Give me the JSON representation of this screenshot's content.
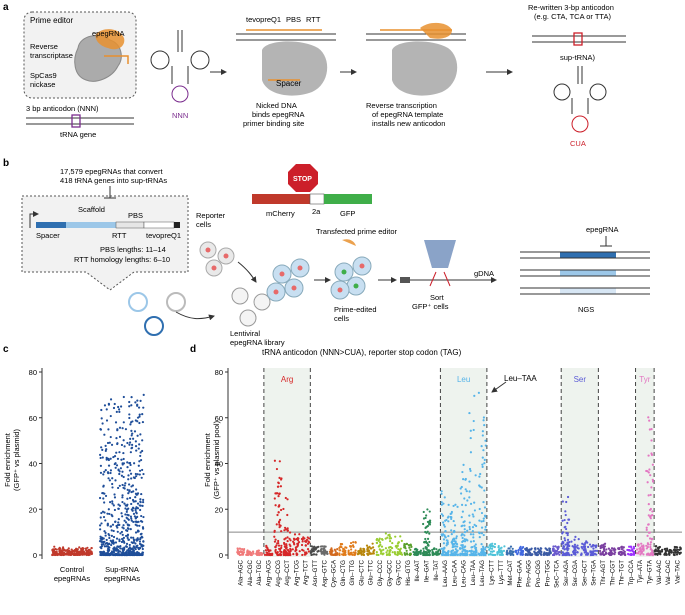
{
  "colors": {
    "orange": "#e8902f",
    "purple": "#7b2d8e",
    "red": "#cc1f2a",
    "green": "#3fae49",
    "mcherry": "#c0392b",
    "blue_dark": "#2f6fb0",
    "blue_light": "#9cc7e8",
    "control_points": "#c0392b",
    "sup_points": "#1f4e99"
  },
  "panel_a": {
    "label": "a",
    "box_title": "Prime editor",
    "epegrna": "epegRNA",
    "reverse_transcriptase": "Reverse\ntranscriptase",
    "spcas9_nickase": "SpCas9\nnickase",
    "anticodon_label": "3 bp anticodon (NNN)",
    "trna_gene": "tRNA gene",
    "nnn": "NNN",
    "tevopreq1": "tevopreQ1",
    "pbs": "PBS",
    "rtt": "RTT",
    "spacer": "Spacer",
    "step1_caption": "Nicked DNA\nbinds epegRNA\nprimer binding site",
    "step2_caption": "Reverse transcription\nof epegRNA template\ninstalls new anticodon",
    "rewritten": "Re-written 3-bp anticodon\n(e.g. CTA, TCA or TTA)",
    "sup_trna": "sup-tRNA)",
    "cua": "CUA"
  },
  "panel_b": {
    "label": "b",
    "header": "17,579 epegRNAs that convert\n418 tRNA genes into sup-tRNAs",
    "scaffold": "Scaffold",
    "pbs": "PBS",
    "spacer": "Spacer",
    "rtt": "RTT",
    "tevopreq1": "tevopreQ1",
    "pbs_lengths": "PBS lengths: 11–14",
    "rtt_lengths": "RTT homology lengths: 6–10",
    "reporter_cells": "Reporter\ncells",
    "stop": "STOP",
    "mcherry": "mCherry",
    "twoa": "2a",
    "gfp": "GFP",
    "transfected": "Transfected prime editor",
    "lentiviral": "Lentiviral\nepegRNA library",
    "prime_edited": "Prime-edited\ncells",
    "sort": "Sort\nGFP⁺ cells",
    "gdna": "gDNA",
    "epegrna": "epegRNA",
    "ngs": "NGS"
  },
  "panel_c": {
    "label": "c",
    "ylabel": "Fold enrichment\n(GFP⁺ vs plasmid)",
    "yticks": [
      "0",
      "20",
      "40",
      "60",
      "80"
    ],
    "categories": [
      "Control\nepegRNAs",
      "Sup-tRNA\nepegRNAs"
    ]
  },
  "panel_d": {
    "label": "d",
    "title": "tRNA anticodon (NNN>CUA), reporter stop codon (TAG)",
    "ylabel": "Fold enrichment\n(GFP⁺ vs plasmid pool)",
    "yticks": [
      "0",
      "20",
      "40",
      "60",
      "80"
    ],
    "groups": [
      "Arg",
      "Leu",
      "Ser",
      "Tyr"
    ],
    "annotation": "Leu–TAA"
  },
  "chart_data": [
    {
      "type": "scatter",
      "categories": [
        "Control\nepegRNAs",
        "Sup-tRNA\nepegRNAs"
      ],
      "ylabel": "Fold enrichment\n(GFP⁺ vs plasmid)",
      "ylim": [
        0,
        80
      ],
      "series": [
        {
          "name": "Control epegRNAs",
          "summary": {
            "typical_max": 4,
            "n_shown": "many"
          }
        },
        {
          "name": "Sup-tRNA epegRNAs",
          "summary": {
            "max": 70,
            "dense_below": 35
          }
        }
      ]
    },
    {
      "type": "scatter",
      "title": "tRNA anticodon (NNN>CUA), reporter stop codon (TAG)",
      "ylabel": "Fold enrichment\n(GFP⁺ vs plasmid pool)",
      "ylim": [
        0,
        80
      ],
      "threshold_line": 10,
      "categories": [
        "Ala–AGC",
        "Ala–CGC",
        "Ala–TGC",
        "Arg–ACG",
        "Arg–CCG",
        "Arg–CCT",
        "Arg–TCG",
        "Arg–TCT",
        "Asn–GTT",
        "Asp–GTC",
        "Cys–GCA",
        "Gln–CTG",
        "Gln–TTG",
        "Glu–CTC",
        "Glu–TTC",
        "Gly–CCC",
        "Gly–GCC",
        "Gly–TCC",
        "His–GTG",
        "Ile–AAT",
        "Ile–GAT",
        "Ile–TAT",
        "Leu–AAG",
        "Leu–CAA",
        "Leu–CAG",
        "Leu–TAA",
        "Leu–TAG",
        "Lys–CTT",
        "Lys–TTT",
        "Met–CAT",
        "Phe–GAA",
        "Pro–AGG",
        "Pro–CGG",
        "Pro–TGG",
        "SeC–TCA",
        "Ser–AGA",
        "Ser–CGA",
        "Ser–GCT",
        "Ser–TGA",
        "Thr–AGT",
        "Thr–CGT",
        "Thr–TGT",
        "Trp–CCA",
        "Tyr–ATA",
        "Tyr–GTA",
        "Val–AAC",
        "Val–CAC",
        "Val–TAC"
      ],
      "category_max": [
        3,
        2,
        2,
        4,
        42,
        25,
        10,
        8,
        4,
        4,
        3,
        5,
        6,
        3,
        5,
        8,
        10,
        9,
        5,
        3,
        20,
        3,
        30,
        22,
        40,
        70,
        75,
        5,
        4,
        4,
        4,
        3,
        3,
        3,
        4,
        30,
        8,
        6,
        5,
        5,
        3,
        4,
        4,
        5,
        62,
        4,
        3,
        4
      ],
      "highlight_groups": [
        "Arg",
        "Leu",
        "Ser",
        "Tyr"
      ],
      "annotation": {
        "label": "Leu–TAA",
        "y": 68
      }
    }
  ]
}
